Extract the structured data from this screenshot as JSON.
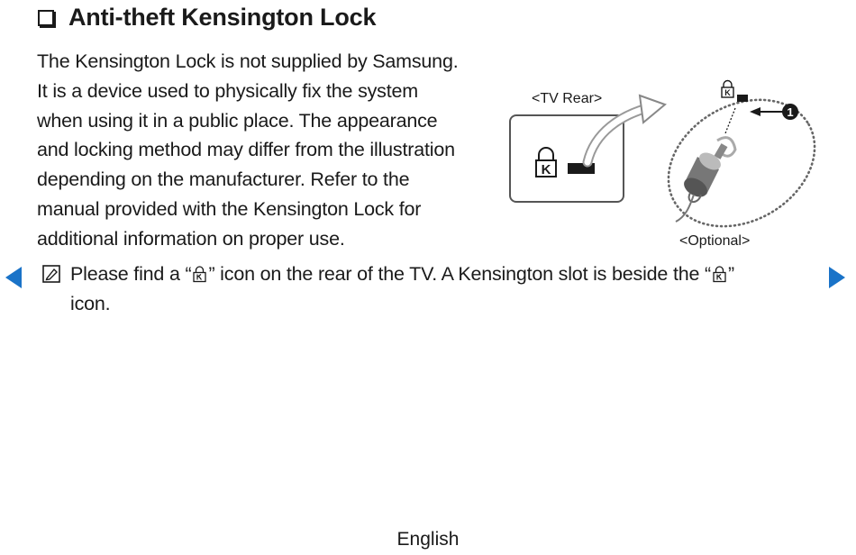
{
  "section": {
    "title": "Anti-theft Kensington Lock"
  },
  "body_lines": [
    "The Kensington Lock is not supplied by Samsung.",
    "It is a device used to physically fix the system",
    "when using it in a public place. The appearance",
    "and locking method may differ from the illustration",
    "depending on the manufacturer. Refer to the",
    "manual provided with the Kensington Lock for",
    "additional information on proper use."
  ],
  "figure": {
    "tv_rear_label": "<TV Rear>",
    "optional_label": "<Optional>",
    "lock_letter": "K",
    "callout_number": "1"
  },
  "note": {
    "part1": "Please find a “",
    "part2": "” icon on the rear of the TV. A Kensington slot is beside the “",
    "part3": "”",
    "line2": "icon."
  },
  "footer": {
    "language": "English"
  },
  "colors": {
    "nav_arrow": "#1a73c8",
    "text": "#1a1a1a"
  },
  "icons": {
    "nav_left": "triangle-left-icon",
    "nav_right": "triangle-right-icon",
    "note": "note-icon",
    "lock": "kensington-lock-icon"
  }
}
